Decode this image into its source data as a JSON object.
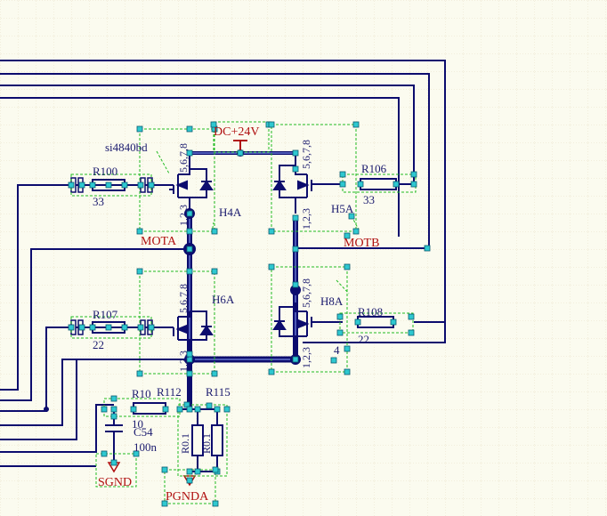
{
  "title": "",
  "colors": {
    "background": "#fbfbef",
    "grid": "#e8e2c8",
    "wire": "#0c0c6e",
    "selection": "#22bb22",
    "handle": "#2ec8d0",
    "power": "#b01010"
  },
  "labels": {
    "part": "si4840bd",
    "power": "DC+24V",
    "net_a": "MOTA",
    "net_b": "MOTB",
    "gnd_signal": "SGND",
    "gnd_power": "PGNDA"
  },
  "mosfets": [
    {
      "designator": "H4A",
      "pins_top": "5,6,7,8",
      "pins_bottom": "1,2,3"
    },
    {
      "designator": "H5A",
      "pins_top": "5,6,7,8",
      "pins_bottom": "1,2,3"
    },
    {
      "designator": "H6A",
      "pins_top": "5,6,7,8",
      "pins_bottom": "1,2,3"
    },
    {
      "designator": "H8A",
      "pins_top": "5,6,7,8",
      "pins_bottom": "1,2,3",
      "gate_pin": "4"
    }
  ],
  "resistors": [
    {
      "designator": "R100",
      "value": "33"
    },
    {
      "designator": "R106",
      "value": "33"
    },
    {
      "designator": "R107",
      "value": "22"
    },
    {
      "designator": "R108",
      "value": "22"
    },
    {
      "designator": "R10",
      "value": "10"
    },
    {
      "designator": "R112",
      "value": "R0.1"
    },
    {
      "designator": "R115",
      "value": "R0.1"
    }
  ],
  "capacitors": [
    {
      "designator": "C54",
      "value": "100n"
    }
  ]
}
